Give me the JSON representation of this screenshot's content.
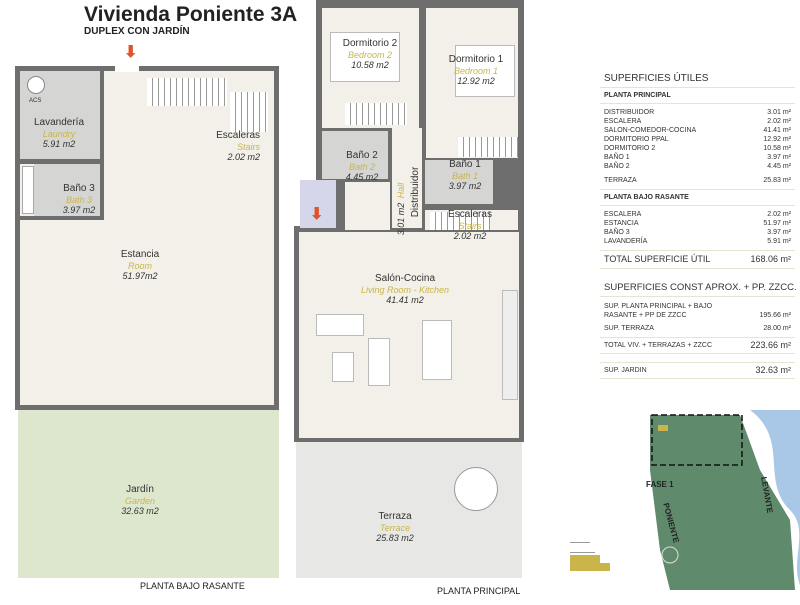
{
  "header": {
    "title": "Vivienda Poniente 3A",
    "subtitle": "DUPLEX CON JARDÍN"
  },
  "icons": {
    "entrance": "arrow-down-icon"
  },
  "colors": {
    "accent": "#e0532a",
    "english_label": "#c9b54a",
    "garden": "#dde7cd",
    "terrace": "#e7e7e5"
  },
  "plan_lower": {
    "label": "PLANTA BAJO RASANTE",
    "acs": "ACS",
    "rooms": [
      {
        "name": "Lavandería",
        "en": "Laundry",
        "area": "5.91 m2"
      },
      {
        "name": "Escaleras",
        "en": "Stairs",
        "area": "2.02 m2"
      },
      {
        "name": "Baño 3",
        "en": "Bath 3",
        "area": "3.97 m2"
      },
      {
        "name": "Estancia",
        "en": "Room",
        "area": "51.97m2"
      },
      {
        "name": "Jardín",
        "en": "Garden",
        "area": "32.63 m2"
      }
    ]
  },
  "plan_main": {
    "label": "PLANTA PRINCIPAL",
    "rooms": [
      {
        "name": "Dormitorio 2",
        "en": "Bedroom 2",
        "area": "10.58 m2"
      },
      {
        "name": "Dormitorio 1",
        "en": "Bedroom 1",
        "area": "12.92 m2"
      },
      {
        "name": "Baño 2",
        "en": "Bath 2",
        "area": "4.45 m2"
      },
      {
        "name": "Baño 1",
        "en": "Bath 1",
        "area": "3.97 m2"
      },
      {
        "name": "Distribuidor",
        "en": "Hall",
        "area": "3.01 m2"
      },
      {
        "name": "Escaleras",
        "en": "Stairs",
        "area": "2.02 m2"
      },
      {
        "name": "Salón-Cocina",
        "en": "Living Room - Kitchen",
        "area": "41.41 m2"
      },
      {
        "name": "Terraza",
        "en": "Terrace",
        "area": "25.83 m2"
      }
    ]
  },
  "table": {
    "title": "SUPERFICIES ÚTILES",
    "principal": {
      "heading": "PLANTA PRINCIPAL",
      "rows": [
        [
          "DISTRIBUIDOR",
          "3.01 m²"
        ],
        [
          "ESCALERA",
          "2.02 m²"
        ],
        [
          "SALON-COMEDOR-COCINA",
          "41.41 m²"
        ],
        [
          "DORMITORIO PPAL",
          "12.92 m²"
        ],
        [
          "DORMITORIO 2",
          "10.58 m²"
        ],
        [
          "BAÑO 1",
          "3.97 m²"
        ],
        [
          "BAÑO 2",
          "4.45 m²"
        ]
      ],
      "terraza": [
        "TERRAZA",
        "25.83 m²"
      ]
    },
    "bajo": {
      "heading": "PLANTA BAJO RASANTE",
      "rows": [
        [
          "ESCALERA",
          "2.02 m²"
        ],
        [
          "ESTANCIA",
          "51.97 m²"
        ],
        [
          "BAÑO 3",
          "3.97 m²"
        ],
        [
          "LAVANDERÍA",
          "5.91 m²"
        ]
      ]
    },
    "total_util": [
      "TOTAL SUPERFICIE ÚTIL",
      "168.06 m²"
    ],
    "const_title": "SUPERFICIES CONST APROX. + PP. ZZCC.",
    "const_rows": [
      [
        "SUP. PLANTA PRINCIPAL + BAJO RASANTE + PP DE ZZCC",
        "195.66 m²"
      ],
      [
        "SUP. TERRAZA",
        "28.00 m²"
      ]
    ],
    "total_viv": [
      "TOTAL VIV. + TERRAZAS + ZZCC",
      "223.66 m²"
    ],
    "jardin": [
      "SUP. JARDIN",
      "32.63 m²"
    ]
  },
  "site_map": {
    "fase": "FASE 1",
    "poniente": "PONIENTE",
    "levante": "LEVANTE"
  }
}
